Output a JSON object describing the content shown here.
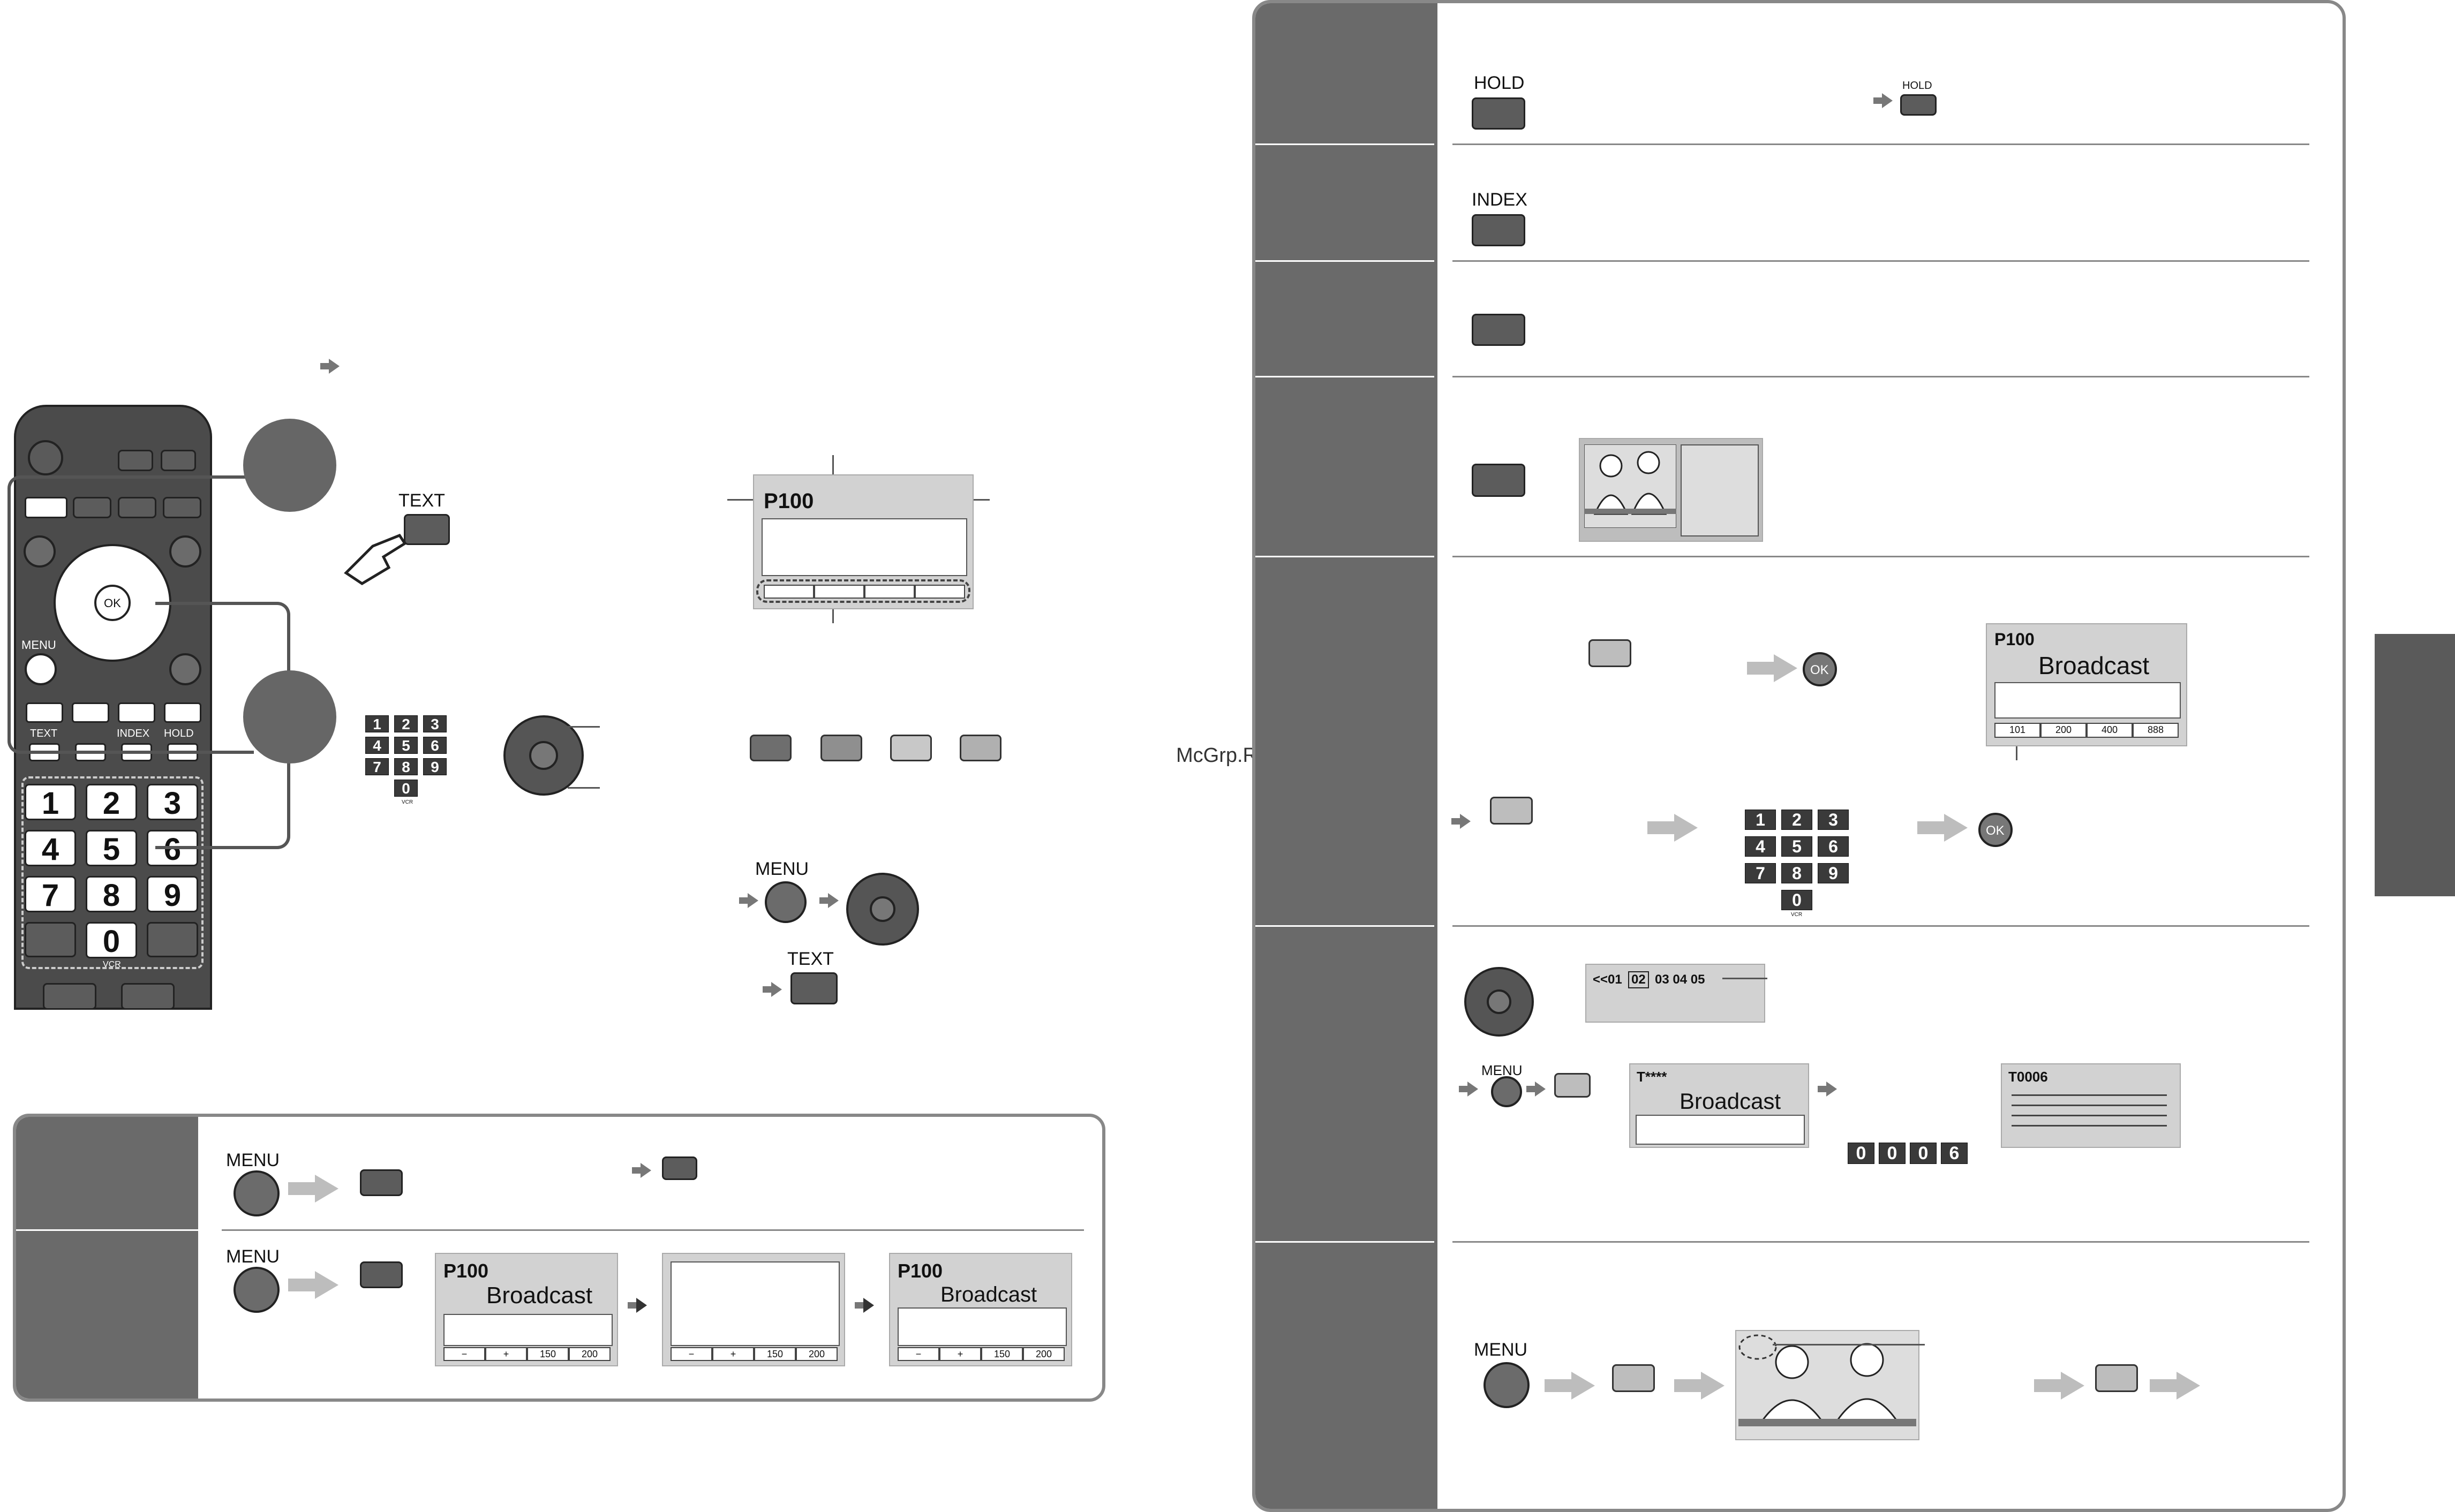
{
  "watermark": "McGrp.Ru",
  "remote": {
    "menu_label": "MENU",
    "text_label": "TEXT",
    "index_label": "INDEX",
    "hold_label": "HOLD",
    "ok_label": "OK",
    "vcr_label": "VCR",
    "number_keys": [
      "1",
      "2",
      "3",
      "4",
      "5",
      "6",
      "7",
      "8",
      "9",
      "0"
    ]
  },
  "left_steps": {
    "text_button_label": "TEXT",
    "screen_page": "P100",
    "small_keys": [
      "1",
      "2",
      "3",
      "4",
      "5",
      "6",
      "7",
      "8",
      "9",
      "0"
    ],
    "small_vcr": "VCR",
    "menu_label": "MENU",
    "text_label2": "TEXT"
  },
  "bottom_panel": {
    "row1_menu": "MENU",
    "row2_menu": "MENU",
    "screen1_page": "P100",
    "screen1_broadcast": "Broadcast",
    "screen1_tabs": [
      "−",
      "+",
      "150",
      "200"
    ],
    "screen2_tabs": [
      "−",
      "+",
      "150",
      "200"
    ],
    "screen3_page": "P100",
    "screen3_broadcast": "Broadcast",
    "screen3_tabs": [
      "−",
      "+",
      "150",
      "200"
    ]
  },
  "right_panel": {
    "hold_label": "HOLD",
    "hold_small_label": "HOLD",
    "index_label": "INDEX",
    "fav_screen_page": "P100",
    "fav_screen_broadcast": "Broadcast",
    "fav_tabs": [
      "101",
      "200",
      "400",
      "888"
    ],
    "ok_label": "OK",
    "small_keys": [
      "1",
      "2",
      "3",
      "4",
      "5",
      "6",
      "7",
      "8",
      "9",
      "0"
    ],
    "small_vcr": "VCR",
    "subpage_bar": "<<01",
    "subpage_selected": "02",
    "subpage_rest": "03 04 05",
    "menu_label": "MENU",
    "sub_screen_page": "T****",
    "sub_screen_broadcast": "Broadcast",
    "sub_digits": [
      "0",
      "0",
      "0",
      "6"
    ],
    "t0006_page": "T0006",
    "menu_label2": "MENU"
  }
}
